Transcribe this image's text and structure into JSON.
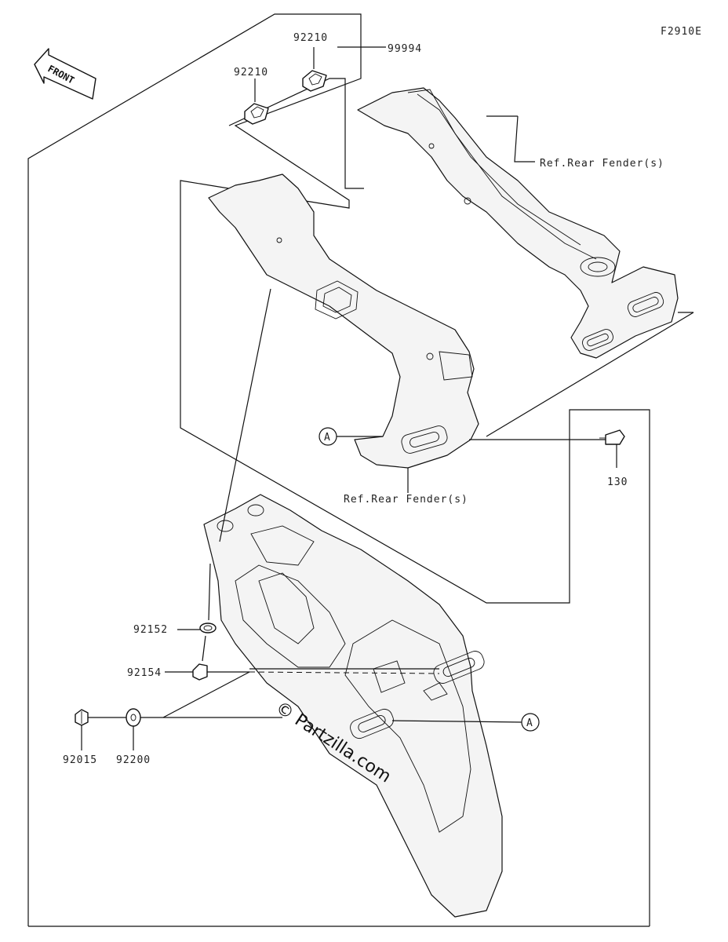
{
  "figure_id": "F2910E",
  "front_label": "FRONT",
  "callouts": {
    "kit": "99994",
    "clip_a": "92210",
    "clip_b": "92210",
    "bolt_130": "130",
    "grommet": "92152",
    "screw": "92154",
    "nut": "92015",
    "washer": "92200"
  },
  "refs": {
    "rear_fender_upper": "Ref.Rear Fender(s)",
    "rear_fender_lower": "Ref.Rear Fender(s)"
  },
  "markers": {
    "a_upper": "A",
    "a_lower": "A"
  },
  "watermark": "© Partzilla.com"
}
